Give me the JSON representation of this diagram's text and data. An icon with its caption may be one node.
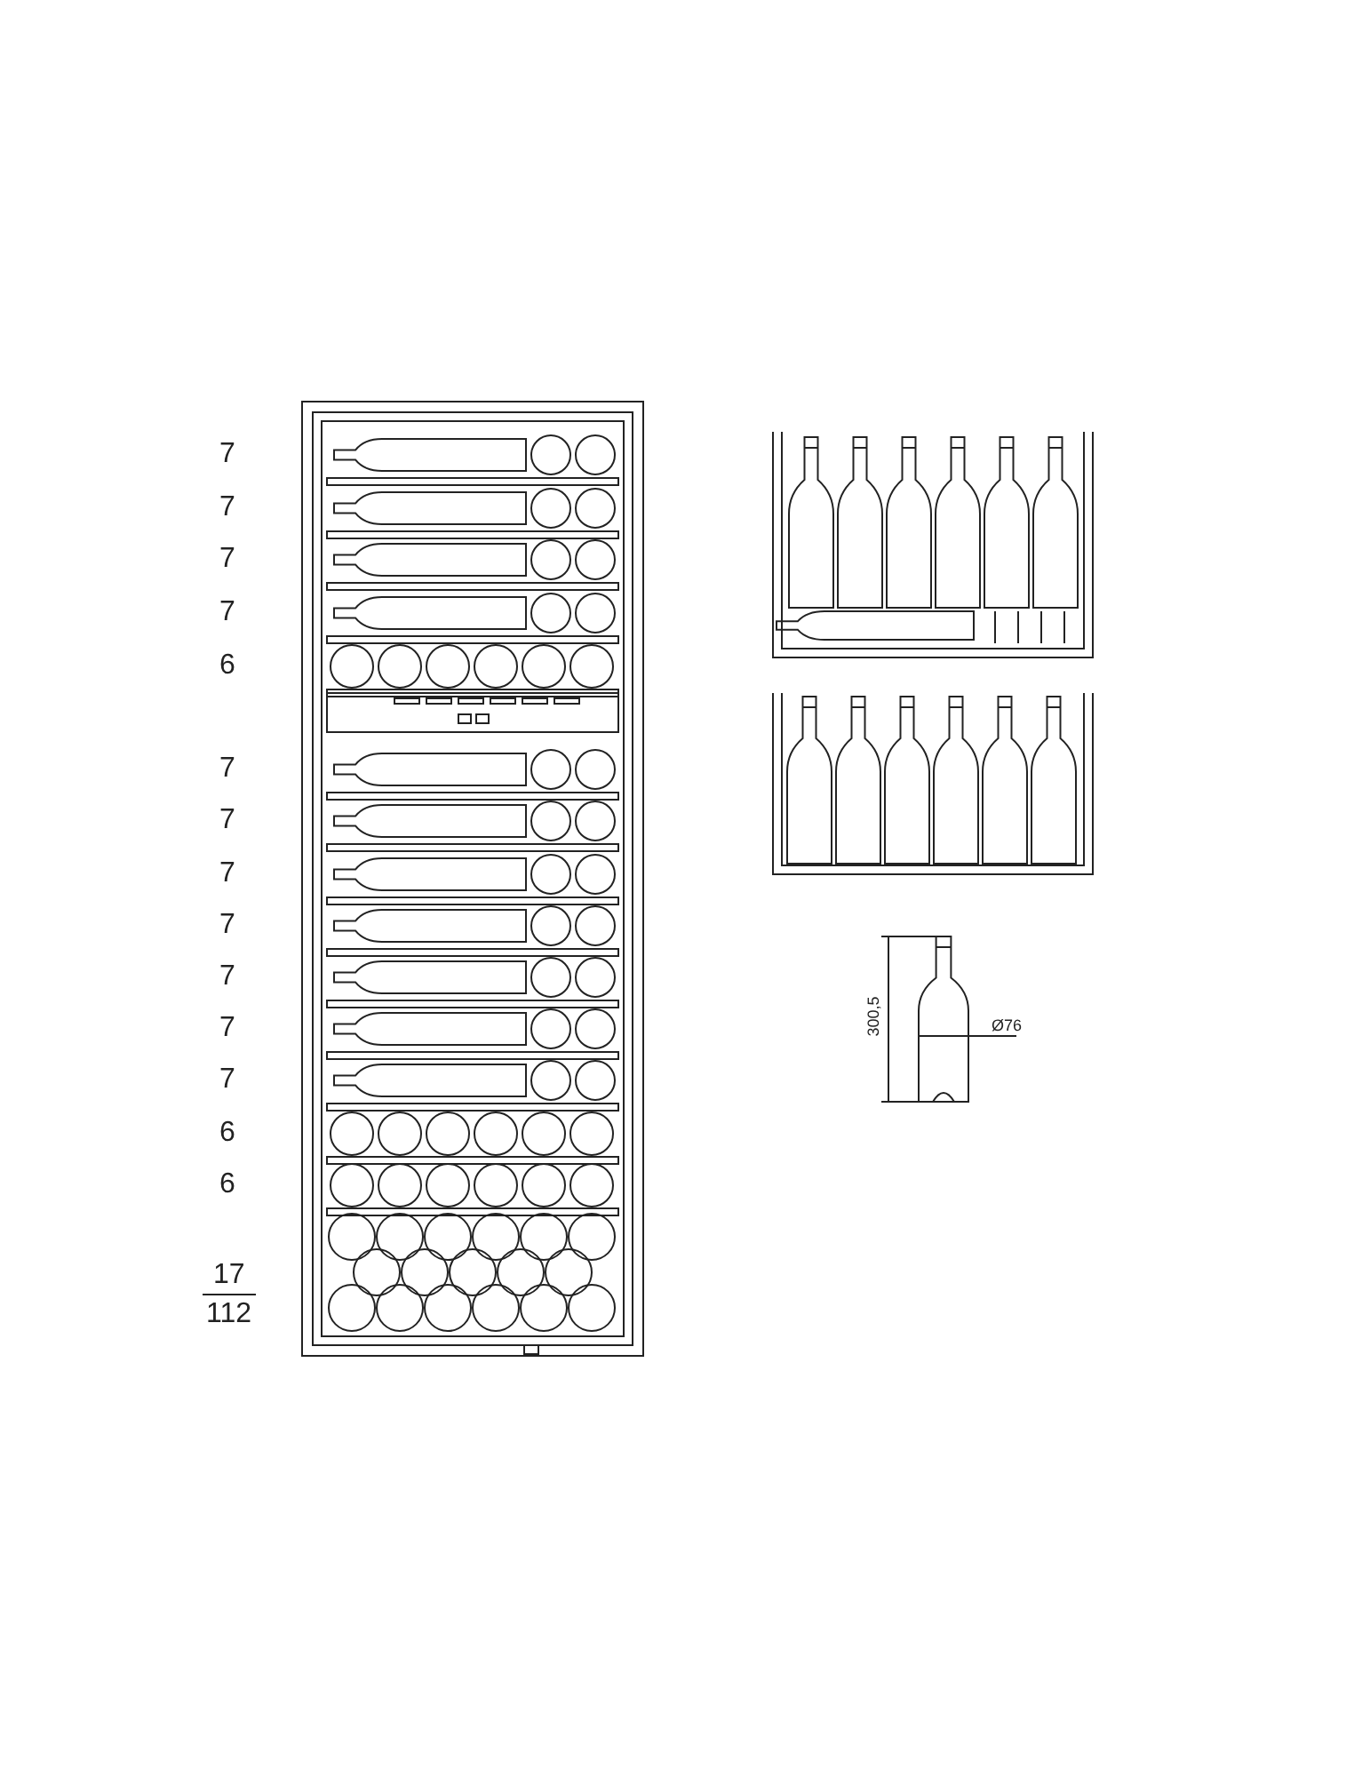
{
  "diagram": {
    "labels": [
      "7",
      "7",
      "7",
      "7",
      "6",
      "7",
      "7",
      "7",
      "7",
      "7",
      "7",
      "7",
      "6",
      "6",
      "17",
      "112",
      "300,5",
      "Ø76"
    ]
  }
}
